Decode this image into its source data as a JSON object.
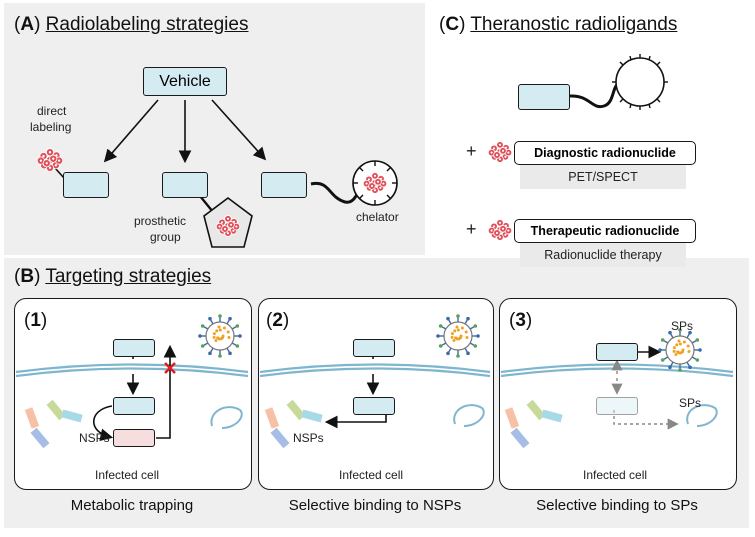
{
  "panel_a": {
    "letter": "A",
    "title": "Radiolabeling strategies",
    "vehicle_label": "Vehicle",
    "direct_label_line1": "direct",
    "direct_label_line2": "labeling",
    "prosthetic_line1": "prosthetic",
    "prosthetic_line2": "group",
    "chelator_label": "chelator"
  },
  "panel_c": {
    "letter": "C",
    "title": "Theranostic radioligands",
    "plus": "+",
    "diagnostic": {
      "name": "Diagnostic radionuclide",
      "use": "PET/SPECT"
    },
    "therapeutic": {
      "name": "Therapeutic radionuclide",
      "use": "Radionuclide therapy"
    }
  },
  "panel_b": {
    "letter": "B",
    "title": "Targeting strategies",
    "cards": [
      {
        "number": "1",
        "nsps": "NSPs",
        "cell": "Infected cell",
        "caption": "Metabolic trapping"
      },
      {
        "number": "2",
        "nsps": "NSPs",
        "cell": "Infected cell",
        "caption": "Selective binding to NSPs"
      },
      {
        "number": "3",
        "sps_top": "SPs",
        "sps_bottom": "SPs",
        "cell": "Infected cell",
        "caption": "Selective binding to SPs"
      }
    ]
  },
  "colors": {
    "panel_bg": "#efefef",
    "vehicle_fill": "#d4ebf2",
    "trapped_fill": "#f6dede",
    "membrane": "#7fb6cf",
    "radionuclide": "#e0505a",
    "block_x": "#e01e1e",
    "virus_core": "#f2a020"
  },
  "icons": [
    "radionuclide-icon",
    "virus-icon",
    "membrane-line",
    "protein-bar-icon",
    "block-x-icon"
  ]
}
